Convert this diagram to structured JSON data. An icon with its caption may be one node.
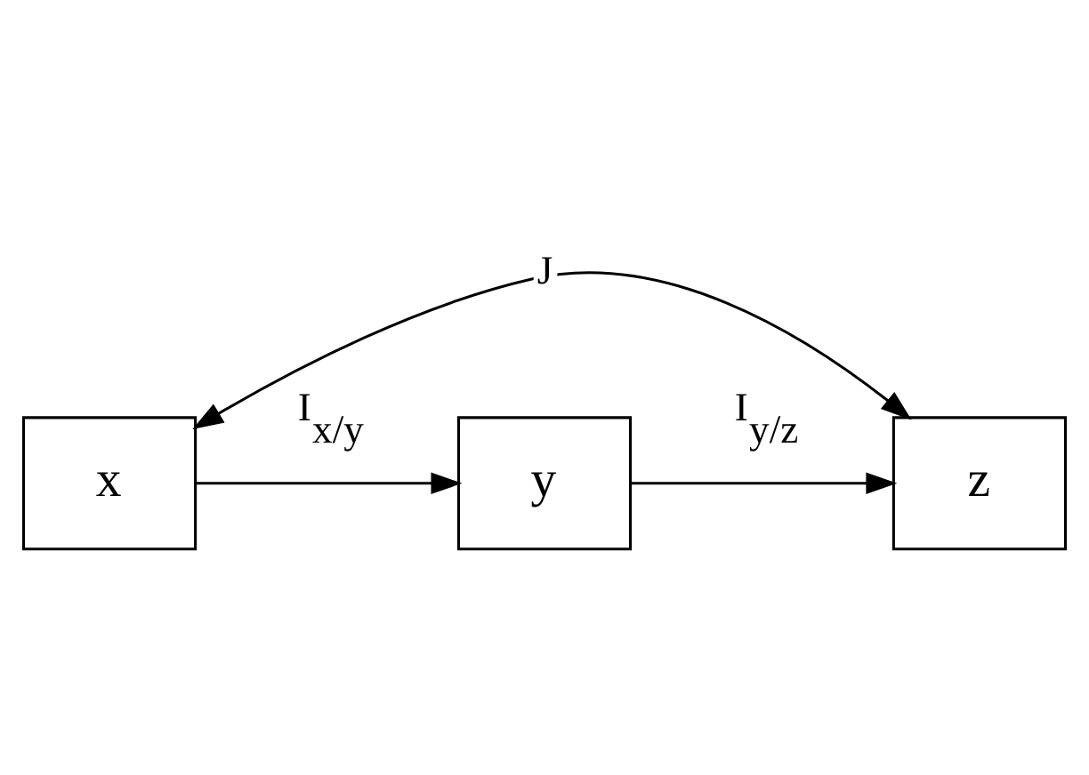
{
  "diagram": {
    "nodes": [
      {
        "text": [
          "x"
        ]
      },
      {
        "text": [
          "y"
        ]
      },
      {
        "text": [
          "z"
        ]
      }
    ],
    "edges": [
      {
        "from": 0,
        "to": 2,
        "arrow": "both",
        "label": "J"
      },
      {
        "from": 0,
        "to": 1,
        "arrow": "to",
        "label": "I$_{x/y}$"
      },
      {
        "from": 1,
        "to": 2,
        "arrow": "to",
        "label": "I$_{y/z}$"
      }
    ]
  }
}
